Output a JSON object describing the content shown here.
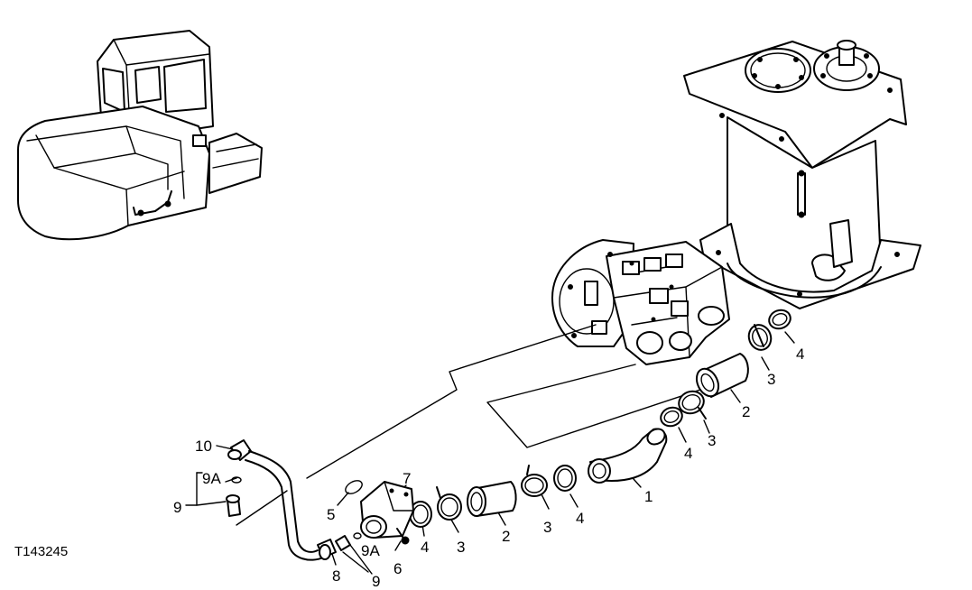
{
  "figure_id": "T143245",
  "callouts": {
    "c1": "1",
    "c2a": "2",
    "c2b": "2",
    "c3a": "3",
    "c3b": "3",
    "c3c": "3",
    "c3d": "3",
    "c4a": "4",
    "c4b": "4",
    "c4c": "4",
    "c4d": "4",
    "c5": "5",
    "c6": "6",
    "c7": "7",
    "c8": "8",
    "c9a": "9",
    "c9b": "9",
    "c9Aa": "9A",
    "c9Ab": "9A",
    "c10": "10"
  }
}
